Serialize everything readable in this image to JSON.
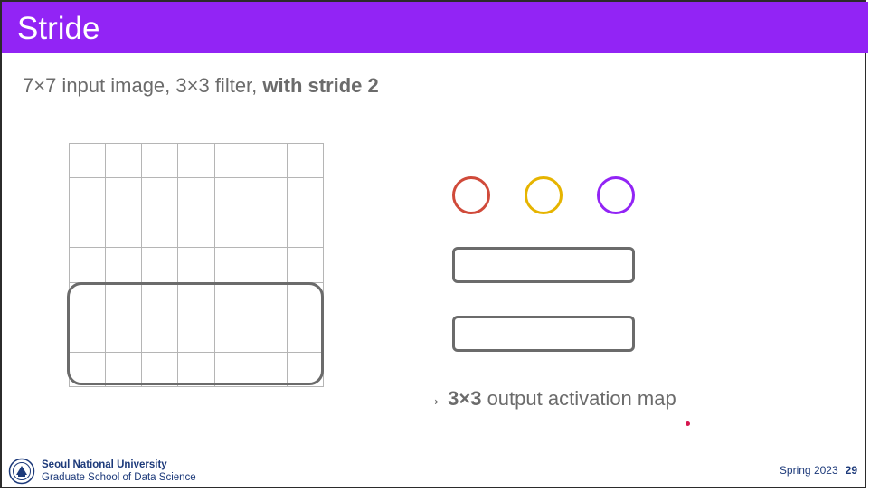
{
  "slide": {
    "title": "Stride",
    "subtitle_plain": "7×7 input image, 3×3 filter, ",
    "subtitle_bold": "with stride 2",
    "output_arrow": "→ ",
    "output_bold": "3×3",
    "output_rest": " output activation map"
  },
  "colors": {
    "title_bar": "#9224f5",
    "circle_red": "#d04a3a",
    "circle_yellow": "#e6b400",
    "circle_purple": "#9224f5",
    "outline_gray": "#6b6b6b",
    "pointer_dot": "#d6164e"
  },
  "footer": {
    "university": "Seoul National University",
    "school": "Graduate School of Data Science",
    "term": "Spring 2023",
    "page": "29"
  }
}
